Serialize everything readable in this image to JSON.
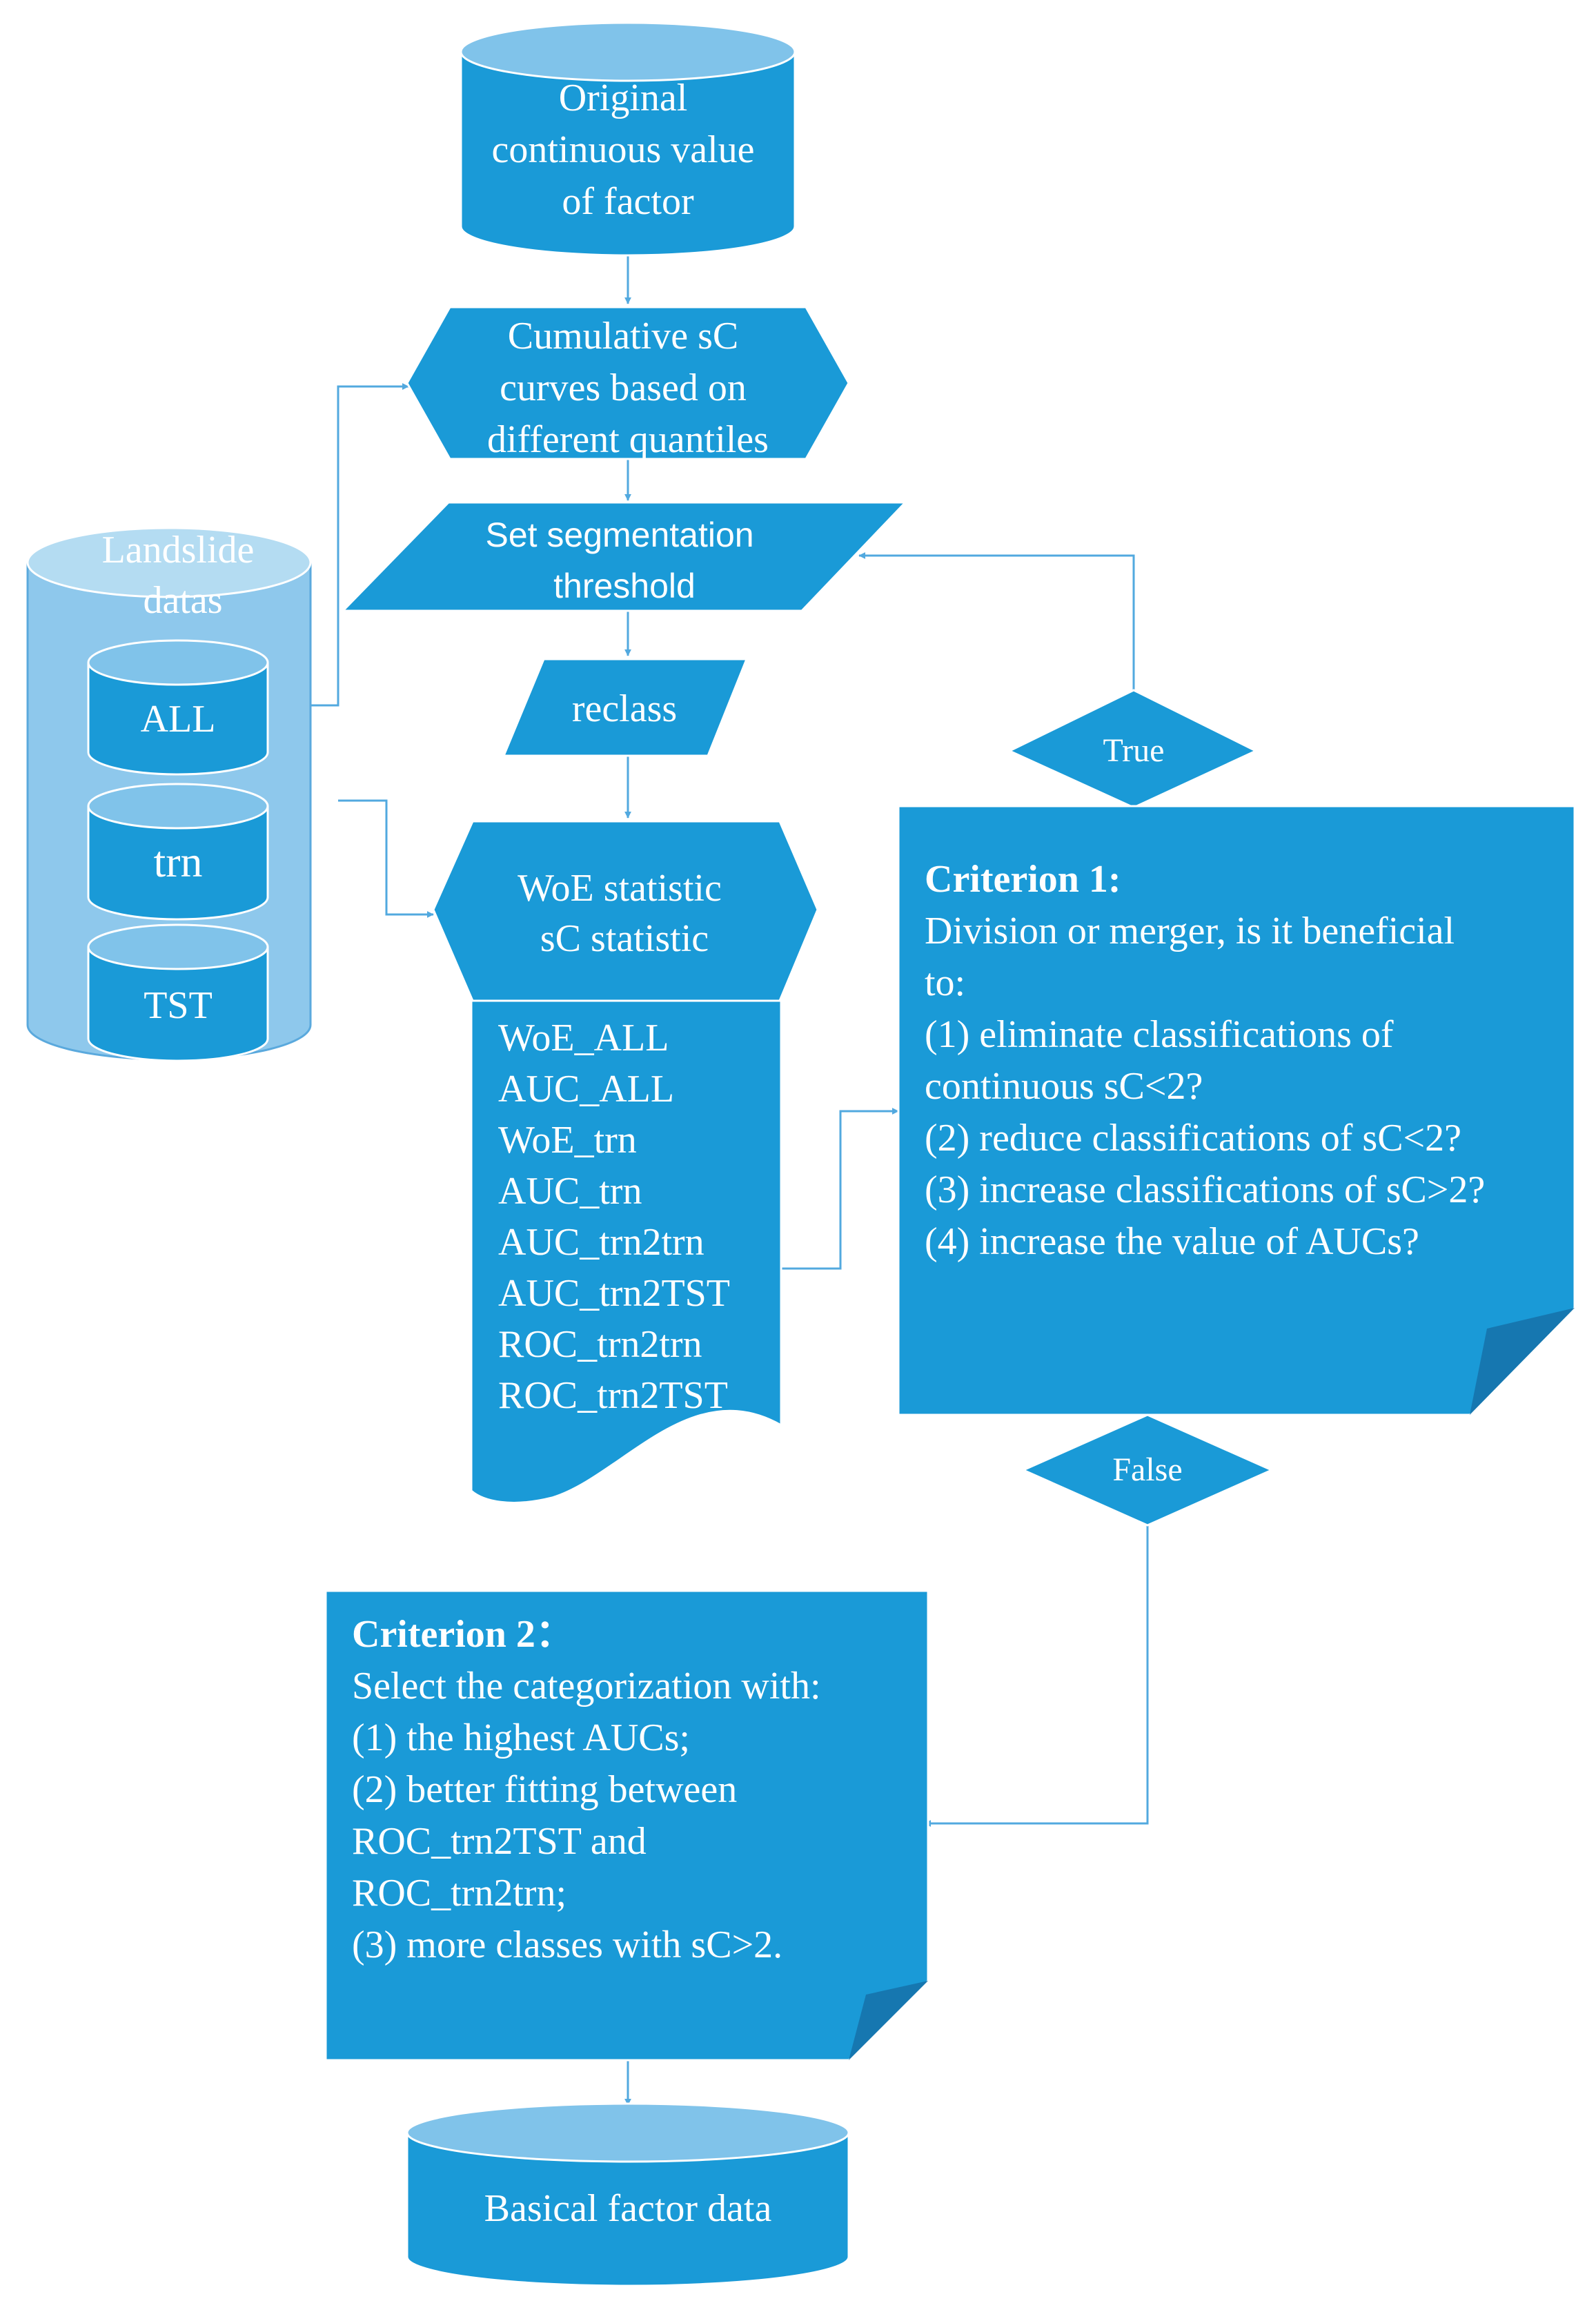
{
  "nodes": {
    "original": {
      "lines": [
        "Original",
        "continuous value",
        "of factor"
      ]
    },
    "cumulative": {
      "lines": [
        "Cumulative sC",
        "curves based on",
        "different quantiles"
      ]
    },
    "threshold": {
      "lines": [
        "Set segmentation",
        "threshold"
      ]
    },
    "landslide": {
      "lines": [
        "Landslide",
        "datas"
      ]
    },
    "all": {
      "label": "ALL"
    },
    "trn": {
      "label": "trn"
    },
    "tst": {
      "label": "TST"
    },
    "reclass": {
      "label": "reclass"
    },
    "statistic": {
      "lines": [
        "WoE statistic",
        "sC statistic"
      ]
    },
    "outputs": {
      "lines": [
        "WoE_ALL",
        "AUC_ALL",
        "WoE_trn",
        "AUC_trn",
        "AUC_trn2trn",
        "AUC_trn2TST",
        "ROC_trn2trn",
        "ROC_trn2TST"
      ]
    },
    "true_decision": {
      "label": "True"
    },
    "false_decision": {
      "label": "False"
    },
    "criterion1": {
      "title": "Criterion  1:",
      "lines": [
        "Division or merger, is it beneficial",
        "to:",
        "(1) eliminate classifications  of",
        "continuous sC<2?",
        "(2) reduce classifications  of sC<2?",
        "(3) increase classifications  of sC>2?",
        "(4) increase the value of AUCs?"
      ]
    },
    "criterion2": {
      "title": "Criterion  2：",
      "lines": [
        "Select the categorization with:",
        "(1) the highest AUCs;",
        "(2) better fitting  between",
        "ROC_trn2TST and",
        "ROC_trn2trn;",
        "(3) more classes with sC>2."
      ]
    },
    "basical": {
      "label": "Basical factor data"
    }
  },
  "colors": {
    "shape_fill": "#1a9ad7",
    "cylinder_top": "#80c3ea",
    "outer_cylinder": "#8ec8ec",
    "connector": "#52a9df",
    "text": "#ffffff"
  }
}
